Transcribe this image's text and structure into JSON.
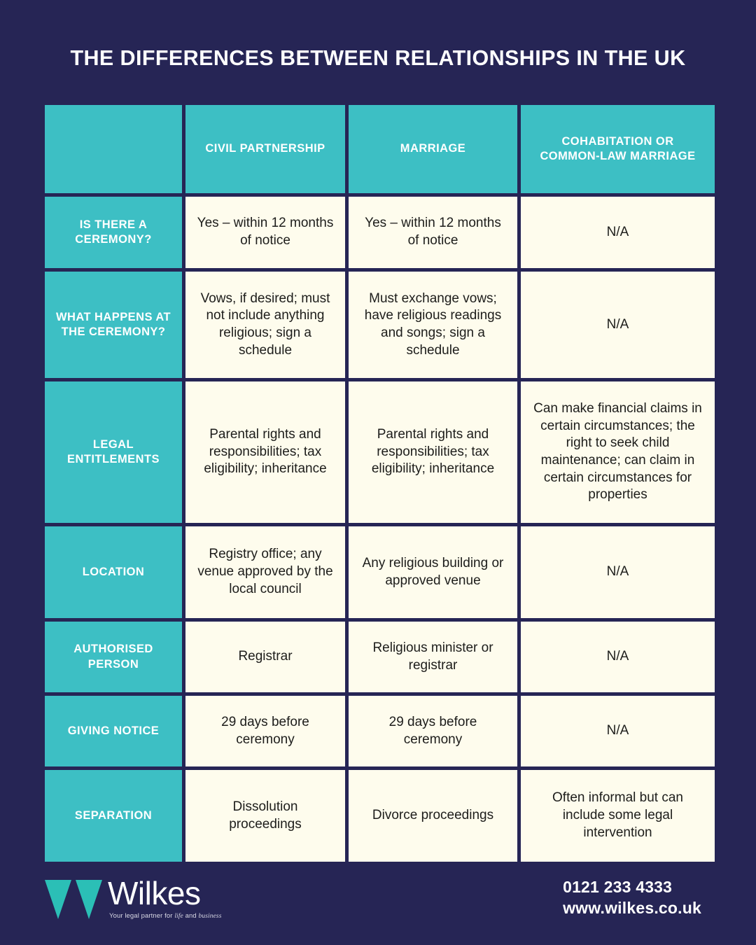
{
  "page": {
    "title": "THE DIFFERENCES BETWEEN RELATIONSHIPS IN THE UK",
    "background_color": "#262555",
    "accent_color": "#3dbfc4",
    "cell_color": "#fefced"
  },
  "table": {
    "headers": [
      "",
      "CIVIL PARTNERSHIP",
      "MARRIAGE",
      "COHABITATION OR COMMON-LAW MARRIAGE"
    ],
    "rows": [
      {
        "label": "IS THERE A CEREMONY?",
        "civil_partnership": "Yes – within 12 months of notice",
        "marriage": "Yes – within 12 months of notice",
        "cohabitation": "N/A"
      },
      {
        "label": "WHAT HAPPENS AT THE CEREMONY?",
        "civil_partnership": "Vows, if desired; must not include anything religious; sign a schedule",
        "marriage": "Must exchange vows; have religious readings and songs; sign a schedule",
        "cohabitation": "N/A"
      },
      {
        "label": "LEGAL ENTITLEMENTS",
        "civil_partnership": "Parental rights and responsibilities; tax eligibility; inheritance",
        "marriage": "Parental rights and responsibilities; tax eligibility; inheritance",
        "cohabitation": "Can make financial claims in certain circumstances; the right to seek child maintenance; can claim in certain circumstances for properties"
      },
      {
        "label": "LOCATION",
        "civil_partnership": "Registry office; any venue approved by the local council",
        "marriage": "Any religious building or approved venue",
        "cohabitation": "N/A"
      },
      {
        "label": "AUTHORISED PERSON",
        "civil_partnership": "Registrar",
        "marriage": "Religious minister or registrar",
        "cohabitation": "N/A"
      },
      {
        "label": "GIVING NOTICE",
        "civil_partnership": "29 days before ceremony",
        "marriage": "29 days before ceremony",
        "cohabitation": "N/A"
      },
      {
        "label": "SEPARATION",
        "civil_partnership": "Dissolution proceedings",
        "marriage": "Divorce proceedings",
        "cohabitation": "Often informal but can include some legal intervention"
      }
    ]
  },
  "footer": {
    "logo_word": "Wilkes",
    "tagline_prefix": "Your legal partner for ",
    "tagline_italic_1": "life",
    "tagline_middle": " and ",
    "tagline_italic_2": "business",
    "phone": "0121 233 4333",
    "website": "www.wilkes.co.uk"
  }
}
